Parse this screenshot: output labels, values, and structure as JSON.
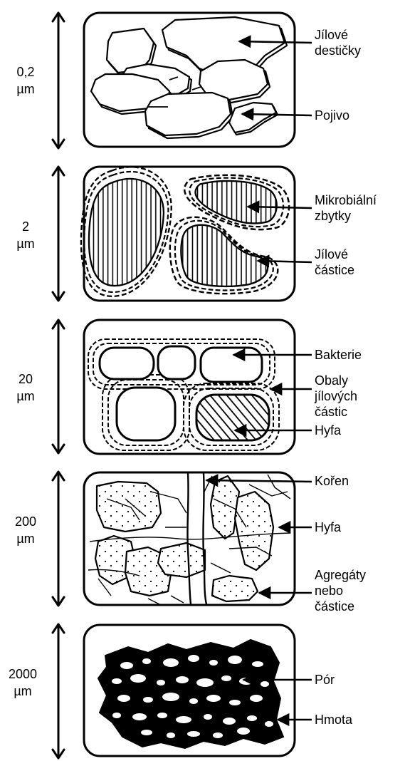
{
  "panels": [
    {
      "id": "p1",
      "scale": [
        "0,2",
        "µm"
      ],
      "callouts": [
        {
          "lines": [
            "Jílové",
            "destičky"
          ]
        },
        {
          "lines": [
            "Pojivo"
          ]
        }
      ]
    },
    {
      "id": "p2",
      "scale": [
        "2",
        "µm"
      ],
      "callouts": [
        {
          "lines": [
            "Mikrobiální",
            "zbytky"
          ]
        },
        {
          "lines": [
            "Jílové",
            "částice"
          ]
        }
      ]
    },
    {
      "id": "p3",
      "scale": [
        "20",
        "µm"
      ],
      "callouts": [
        {
          "lines": [
            "Bakterie"
          ]
        },
        {
          "lines": [
            "Obaly",
            "jílových",
            "částic"
          ]
        },
        {
          "lines": [
            "Hyfa"
          ]
        }
      ]
    },
    {
      "id": "p4",
      "scale": [
        "200",
        "µm"
      ],
      "callouts": [
        {
          "lines": [
            "Kořen"
          ]
        },
        {
          "lines": [
            "Hyfa"
          ]
        },
        {
          "lines": [
            "Agregáty",
            "nebo",
            "částice"
          ]
        }
      ]
    },
    {
      "id": "p5",
      "scale": [
        "2000",
        "µm"
      ],
      "callouts": [
        {
          "lines": [
            "Pór"
          ]
        },
        {
          "lines": [
            "Hmota"
          ]
        }
      ]
    }
  ]
}
